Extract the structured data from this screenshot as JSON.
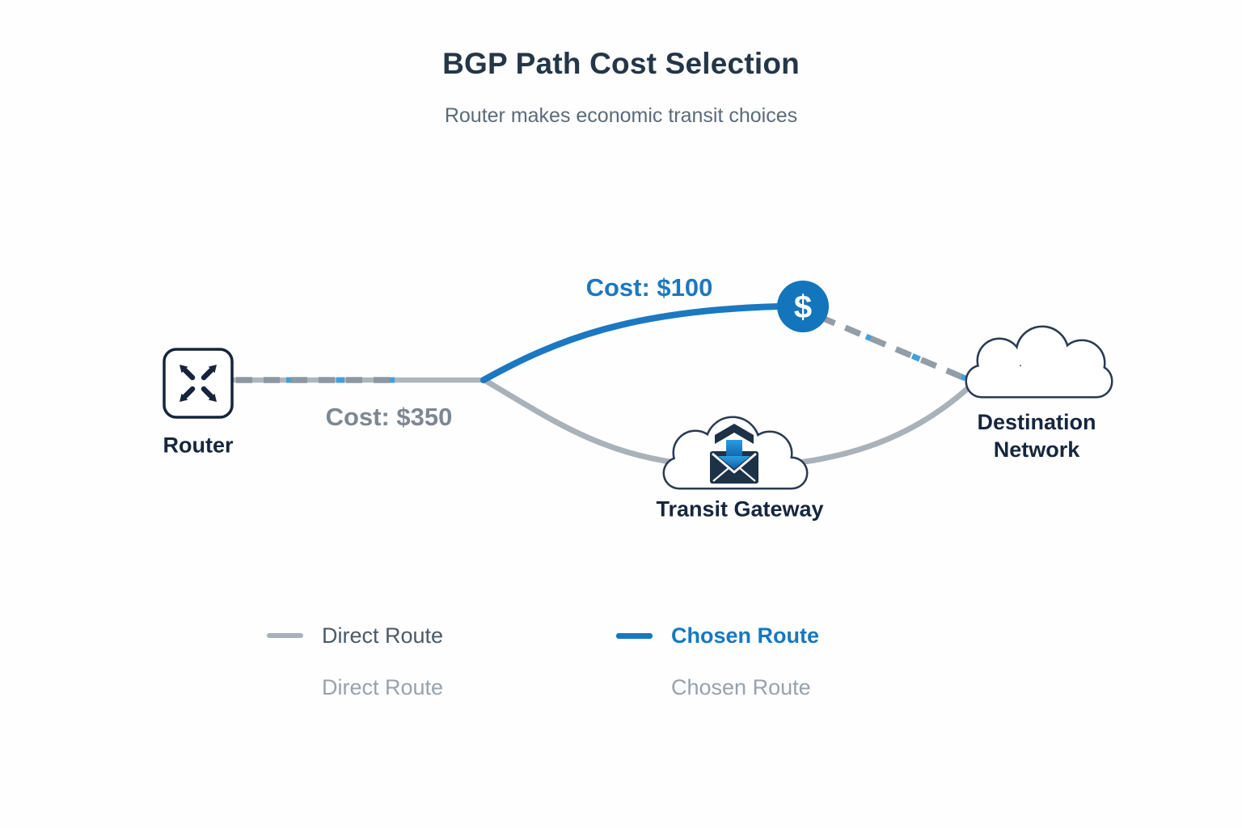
{
  "header": {
    "title": "BGP Path Cost Selection",
    "subtitle": "Router makes economic transit choices"
  },
  "diagram": {
    "router_label": "Router",
    "transit_gateway_label": "Transit Gateway",
    "destination_label": "Destination Network",
    "chosen_cost_label": "Cost: $100",
    "direct_cost_label": "Cost: $350",
    "dollar_sign": "$"
  },
  "legend": {
    "direct": {
      "label": "Direct Route",
      "color": "#a8b0b9",
      "caption": "Direct Route"
    },
    "chosen": {
      "label": "Chosen Route",
      "color": "#1878bf",
      "caption": "Chosen Route"
    }
  },
  "colors": {
    "chosen_route": "#1b78c1",
    "chosen_badge": "#1375bc",
    "direct_route": "#a9b1b9",
    "packet_blue": "#3fa0df",
    "title_text": "#243647",
    "node_text": "#16263e"
  }
}
